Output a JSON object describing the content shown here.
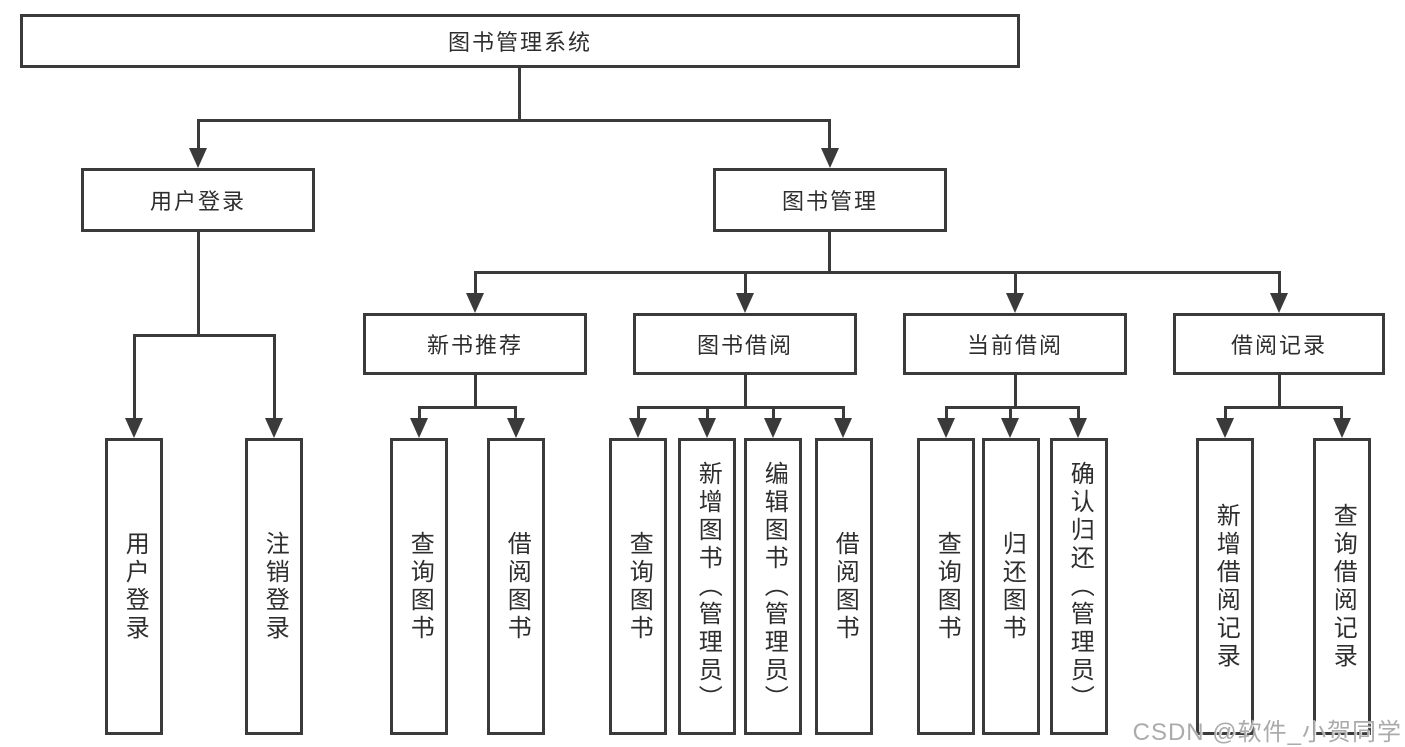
{
  "tree": {
    "root": {
      "label": "图书管理系统"
    },
    "branches": [
      {
        "label": "用户登录",
        "children": [
          {
            "label": "用户登录"
          },
          {
            "label": "注销登录"
          }
        ]
      },
      {
        "label": "图书管理",
        "groups": [
          {
            "label": "新书推荐",
            "children": [
              {
                "label": "查询图书"
              },
              {
                "label": "借阅图书"
              }
            ]
          },
          {
            "label": "图书借阅",
            "children": [
              {
                "label": "查询图书"
              },
              {
                "label": "新增图书（管理员）"
              },
              {
                "label": "编辑图书（管理员）"
              },
              {
                "label": "借阅图书"
              }
            ]
          },
          {
            "label": "当前借阅",
            "children": [
              {
                "label": "查询图书"
              },
              {
                "label": "归还图书"
              },
              {
                "label": "确认归还（管理员）"
              }
            ]
          },
          {
            "label": "借阅记录",
            "children": [
              {
                "label": "新增借阅记录"
              },
              {
                "label": "查询借阅记录"
              }
            ]
          }
        ]
      }
    ]
  },
  "watermark": {
    "text": "CSDN @软件_小贺同学"
  },
  "colors": {
    "line": "#3a3a3a",
    "box_border": "#3a3a3a",
    "text": "#2e2e2e",
    "watermark": "#ababab",
    "background": "#ffffff"
  }
}
